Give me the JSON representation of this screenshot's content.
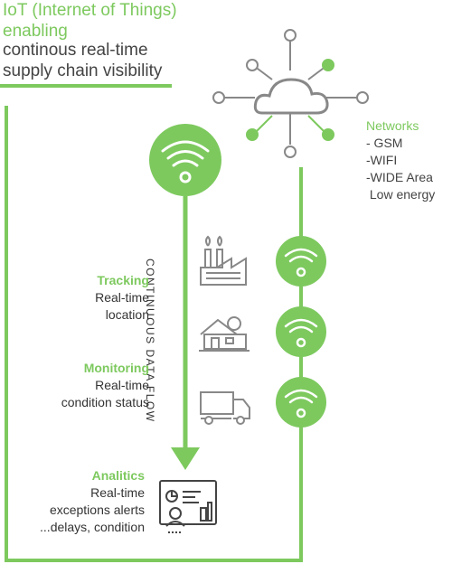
{
  "title": {
    "line1": "IoT (Internet of Things)",
    "line2": "enabling",
    "line3": "continous real-time",
    "line4": "supply chain visibility"
  },
  "networks": {
    "heading": "Networks",
    "items": [
      "- GSM",
      "-WIFI",
      "-WIDE Area",
      " Low energy"
    ]
  },
  "flow_label": "CONTINUOUS DATA FLOW",
  "tracking": {
    "heading": "Tracking",
    "line1": "Real-time",
    "line2": "location"
  },
  "monitoring": {
    "heading": "Monitoring",
    "line1": "Real-time",
    "line2": "condition status"
  },
  "analytics": {
    "heading": "Analitics",
    "line1": "Real-time",
    "line2": "exceptions alerts",
    "line3": "...delays, condition"
  },
  "colors": {
    "accent": "#7dc95e",
    "text": "#333333",
    "icon_gray": "#888888"
  }
}
